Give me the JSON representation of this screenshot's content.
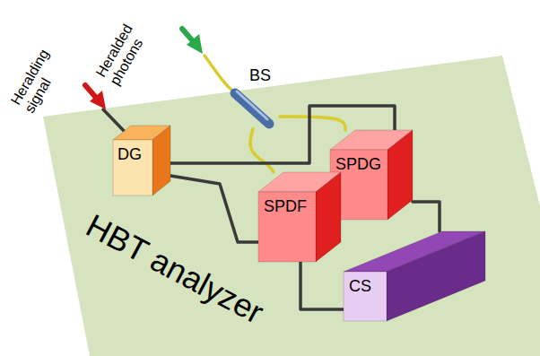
{
  "diagram": {
    "nodes": [
      {
        "text": [
          "DG"
        ]
      },
      {
        "text": [
          "BS"
        ]
      },
      {
        "text": [
          "SPDF"
        ]
      },
      {
        "text": [
          "SPDG"
        ]
      },
      {
        "text": [
          "CS"
        ]
      }
    ],
    "edges": [
      {
        "from": 1,
        "to": 2,
        "arrow": "none"
      },
      {
        "from": 1,
        "to": 3,
        "arrow": "none"
      },
      {
        "from": 0,
        "to": 2,
        "arrow": "none"
      },
      {
        "from": 0,
        "to": 3,
        "arrow": "none"
      },
      {
        "from": 2,
        "to": 4,
        "arrow": "none"
      },
      {
        "from": 3,
        "to": 4,
        "arrow": "none"
      }
    ],
    "labels": [
      "Heralding signal",
      "Heralded photons",
      "HBT analyzer"
    ]
  }
}
